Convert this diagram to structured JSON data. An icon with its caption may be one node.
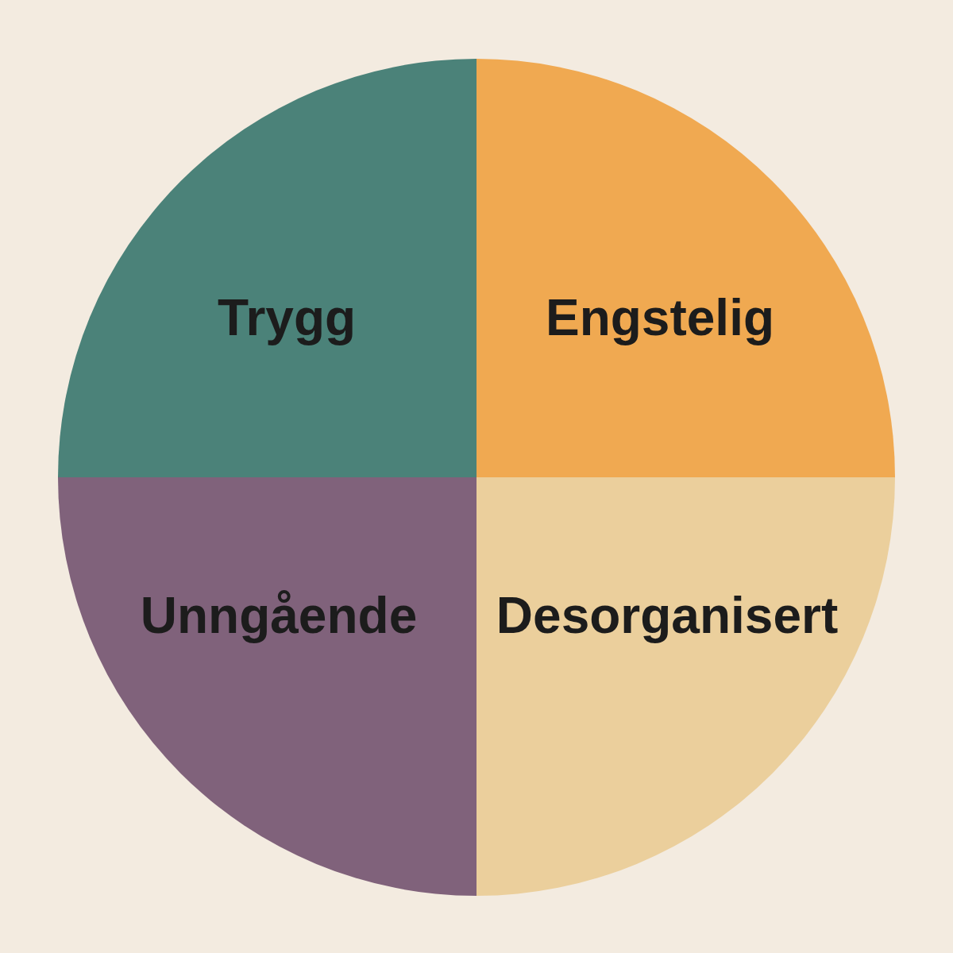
{
  "diagram": {
    "nodes": [
      {
        "text": [
          "Trygg"
        ]
      },
      {
        "text": [
          "Engstelig"
        ]
      },
      {
        "text": [
          "Unngående"
        ]
      },
      {
        "text": [
          "Desorganisert"
        ]
      }
    ]
  }
}
